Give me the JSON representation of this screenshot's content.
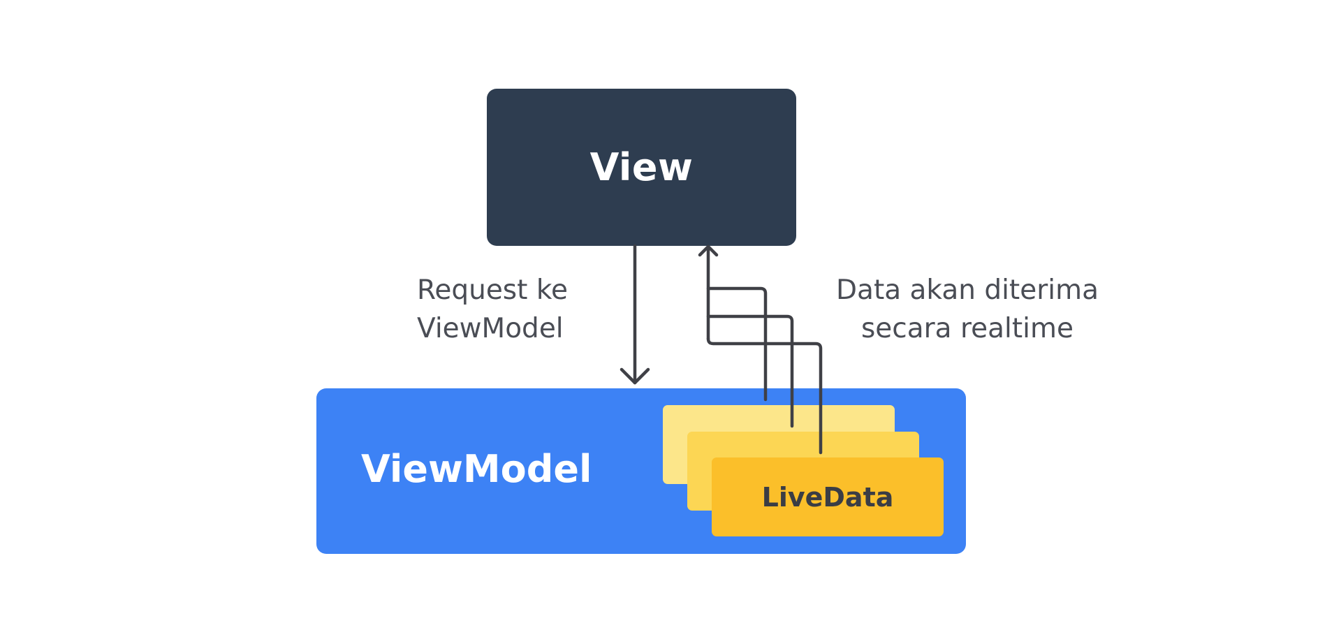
{
  "nodes": {
    "view": {
      "label": "View"
    },
    "viewmodel": {
      "label": "ViewModel"
    },
    "livedata": {
      "label": "LiveData"
    }
  },
  "edges": {
    "request": {
      "label": "Request ke\nViewModel",
      "from": "View",
      "to": "ViewModel"
    },
    "data": {
      "label": "Data akan diterima\nsecara realtime",
      "from": "LiveData",
      "to": "View"
    }
  },
  "colors": {
    "view_fill": "#2e3d50",
    "viewmodel_fill": "#3d82f5",
    "livedata_back": "#fce68a",
    "livedata_middle": "#fcd654",
    "livedata_front": "#fbbf2a",
    "connector": "#3f4046",
    "caption_text": "#4a4d55"
  }
}
